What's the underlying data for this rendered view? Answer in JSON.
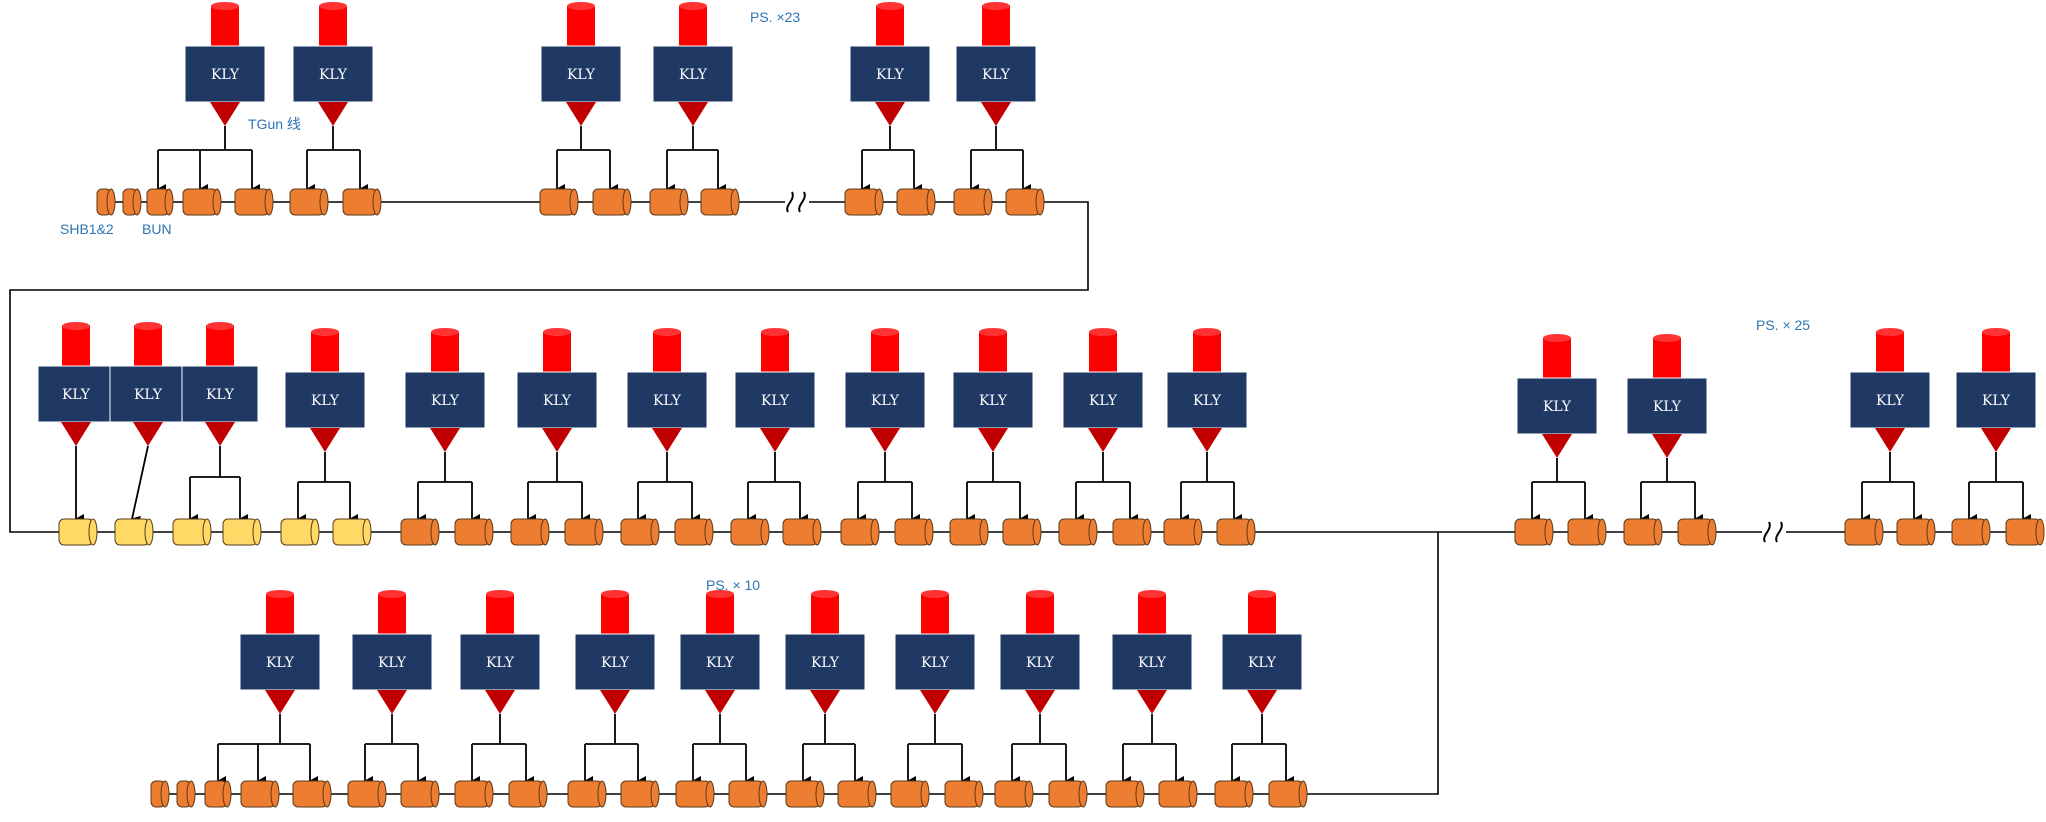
{
  "colors": {
    "klystron_body": "#1f3864",
    "klystron_top": "#ff0000",
    "triangle": "#c00000",
    "cavity_orange": "#ed7d31",
    "cavity_yellow": "#ffd966",
    "line": "#000000",
    "label": "#2e75b6"
  },
  "klystron_label": "KLY",
  "labels": {
    "ps_top": "PS. ×23",
    "tgun": "TGun 线",
    "shb": "SHB1&2",
    "bun": "BUN",
    "ps_right": "PS. × 25",
    "ps_bottom": "PS. × 10"
  },
  "icons": {
    "klystron": "klystron-icon",
    "accelerating_structure": "cavity-icon",
    "waveguide_split": "split-arrow-icon",
    "break_mark": "break-icon"
  }
}
